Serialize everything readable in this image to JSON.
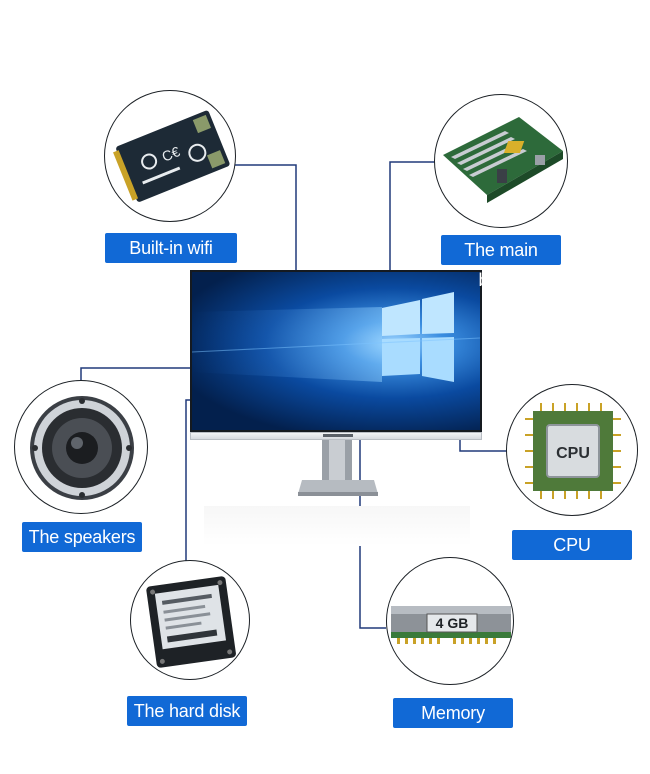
{
  "components": {
    "wifi": {
      "label": "Built-in wifi",
      "icon": "wifi-card-icon"
    },
    "mainboard": {
      "label": "The main board",
      "icon": "motherboard-icon"
    },
    "speakers": {
      "label": "The speakers",
      "icon": "speaker-icon"
    },
    "cpu": {
      "label": "CPU",
      "icon": "cpu-chip-icon",
      "chip_text": "CPU"
    },
    "harddisk": {
      "label": "The hard disk",
      "icon": "ssd-icon"
    },
    "memory": {
      "label": "Memory",
      "icon": "ram-module-icon",
      "chip_text": "4 GB"
    }
  },
  "monitor": {
    "icon": "monitor-icon",
    "screen": "windows-desktop-icon"
  },
  "colors": {
    "label_bg": "#1169d6",
    "connector_line": "#213a7a",
    "label_text": "#ffffff"
  }
}
